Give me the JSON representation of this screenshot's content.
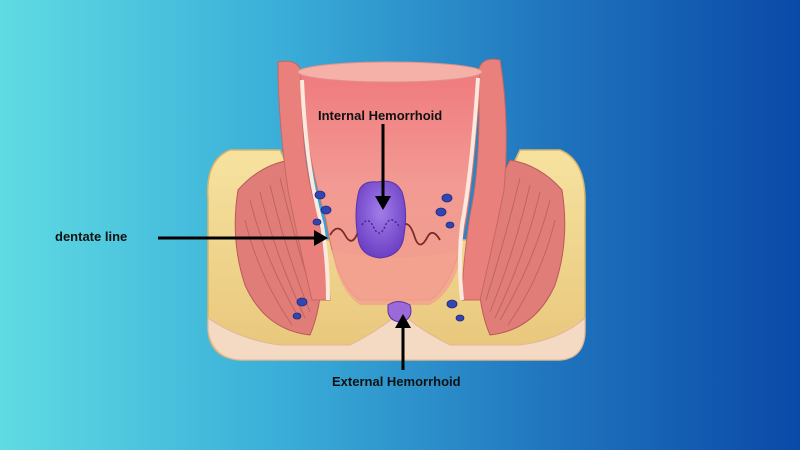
{
  "labels": {
    "internal": "Internal Hemorrhoid",
    "dentate": "dentate line",
    "external": "External Hemorrhoid"
  },
  "colors": {
    "mucosa": "#e98a86",
    "canal": "#ee8f8c",
    "fat": "#f3dc96",
    "muscle": "#d97a76",
    "vein": "#3346b0",
    "hemorrhoid": "#8a5bd6",
    "arrow": "#000000"
  }
}
